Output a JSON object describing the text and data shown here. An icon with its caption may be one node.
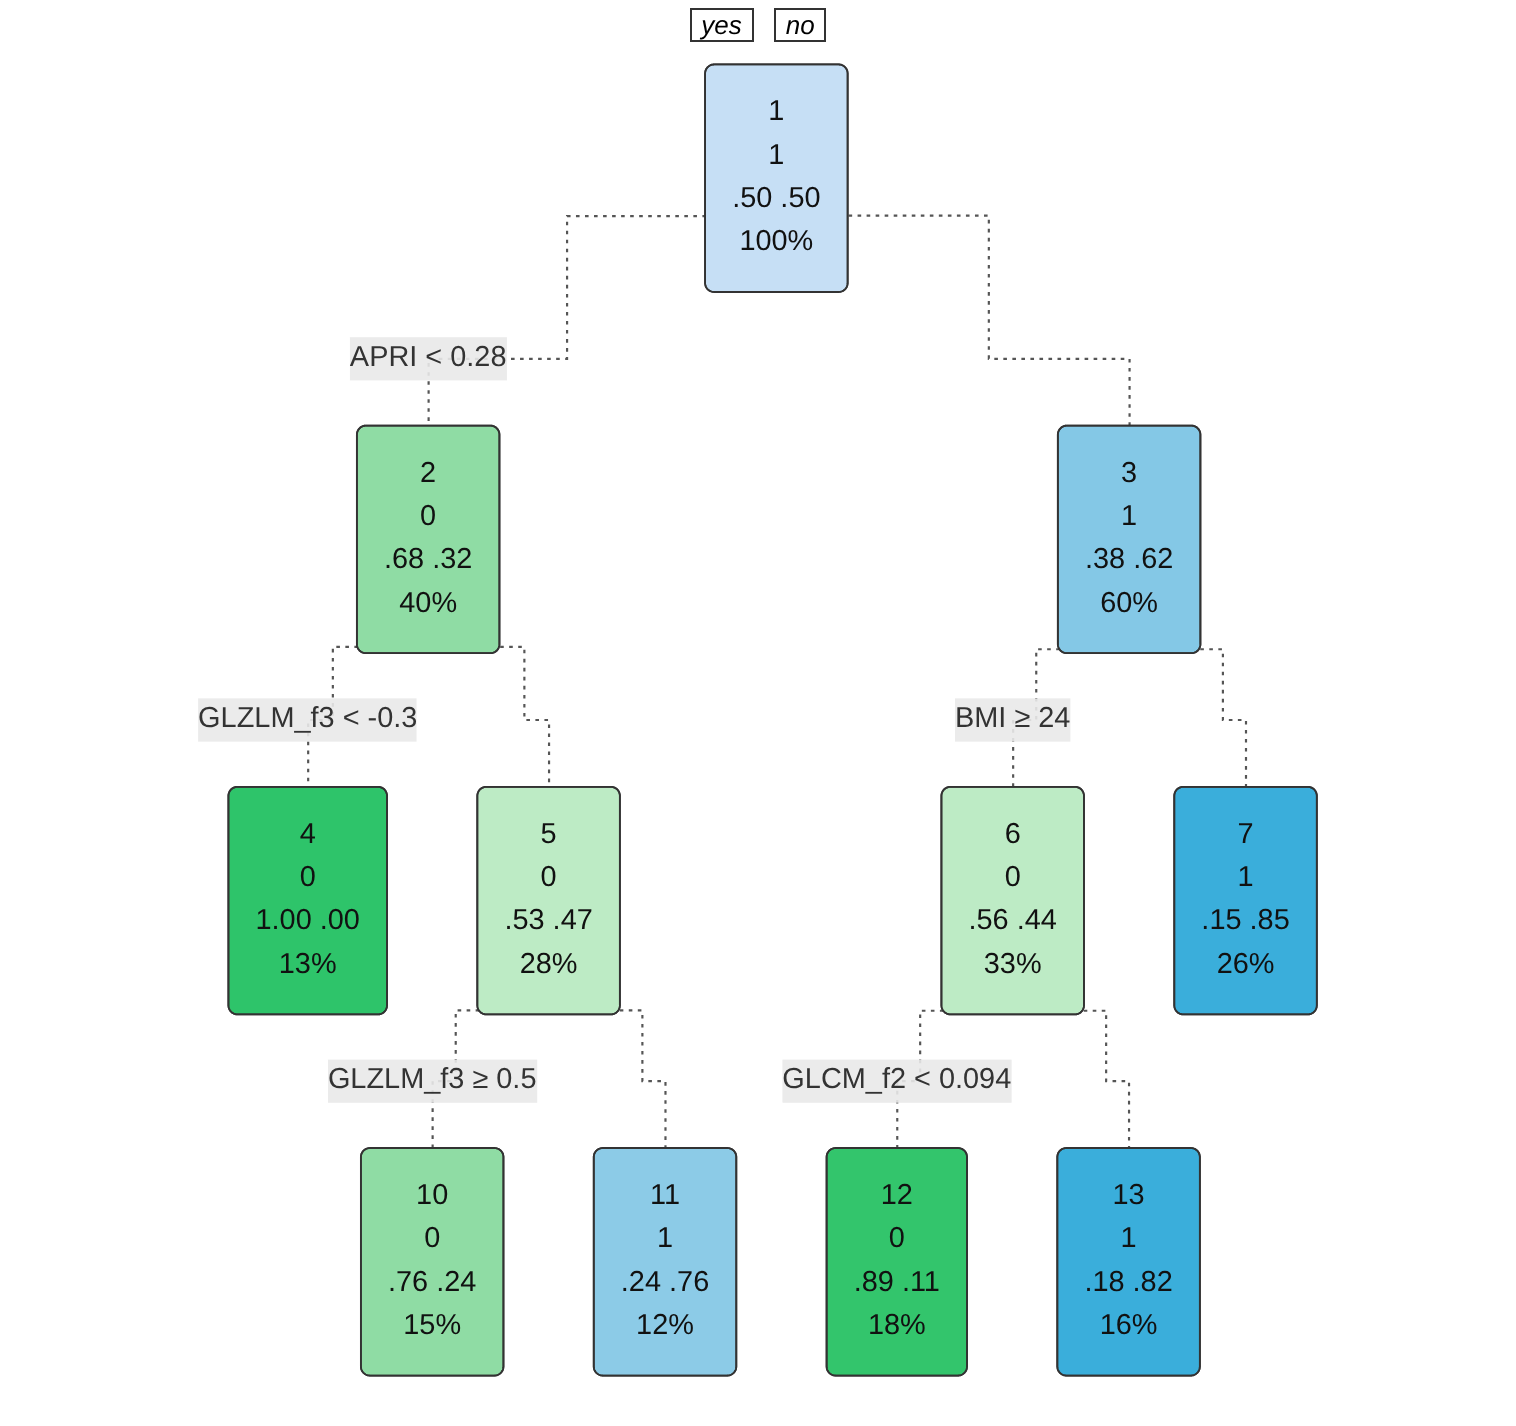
{
  "diagram": {
    "nodes": [
      {
        "text": [
          "1",
          "1",
          ".50 .50",
          "100%"
        ]
      },
      {
        "text": [
          "2",
          "0",
          ".68 .32",
          "40%"
        ]
      },
      {
        "text": [
          "3",
          "1",
          ".38 .62",
          "60%"
        ]
      },
      {
        "text": [
          "5",
          "0",
          ".53 .47",
          "28%"
        ]
      },
      {
        "text": [
          "6",
          "0",
          ".56 .44",
          "33%"
        ]
      },
      {
        "text": [
          "4",
          "0",
          "1.00 .00",
          "13%"
        ]
      },
      {
        "text": [
          "10",
          "0",
          ".76 .24",
          "15%"
        ]
      },
      {
        "text": [
          "11",
          "1",
          ".24 .76",
          "12%"
        ]
      },
      {
        "text": [
          "12",
          "0",
          ".89 .11",
          "18%"
        ]
      },
      {
        "text": [
          "13",
          "1",
          ".18 .82",
          "16%"
        ]
      },
      {
        "text": [
          "7",
          "1",
          ".15 .85",
          "26%"
        ]
      }
    ],
    "edges": [
      {
        "from": 0,
        "to": 1,
        "arrow": "none",
        "style": "dashed",
        "label": "APRI < 0.28"
      },
      {
        "from": 0,
        "to": 2,
        "arrow": "none",
        "style": "dashed"
      },
      {
        "from": 1,
        "to": 5,
        "arrow": "none",
        "style": "dashed",
        "label": "GLZLM_f3 < -0.3"
      },
      {
        "from": 1,
        "to": 3,
        "arrow": "none",
        "style": "dashed"
      },
      {
        "from": 2,
        "to": 4,
        "arrow": "none",
        "style": "dashed",
        "label": "BMI ≥ 24"
      },
      {
        "from": 2,
        "to": 10,
        "arrow": "none",
        "style": "dashed"
      },
      {
        "from": 3,
        "to": 6,
        "arrow": "none",
        "style": "dashed",
        "label": "GLZLM_f3 ≥ 0.5"
      },
      {
        "from": 3,
        "to": 7,
        "arrow": "none",
        "style": "dashed"
      },
      {
        "from": 4,
        "to": 8,
        "arrow": "none",
        "style": "dashed",
        "label": "GLCM_f2 < 0.094"
      },
      {
        "from": 4,
        "to": 9,
        "arrow": "none",
        "style": "dashed"
      }
    ],
    "labels": [
      "yes",
      "no"
    ]
  }
}
